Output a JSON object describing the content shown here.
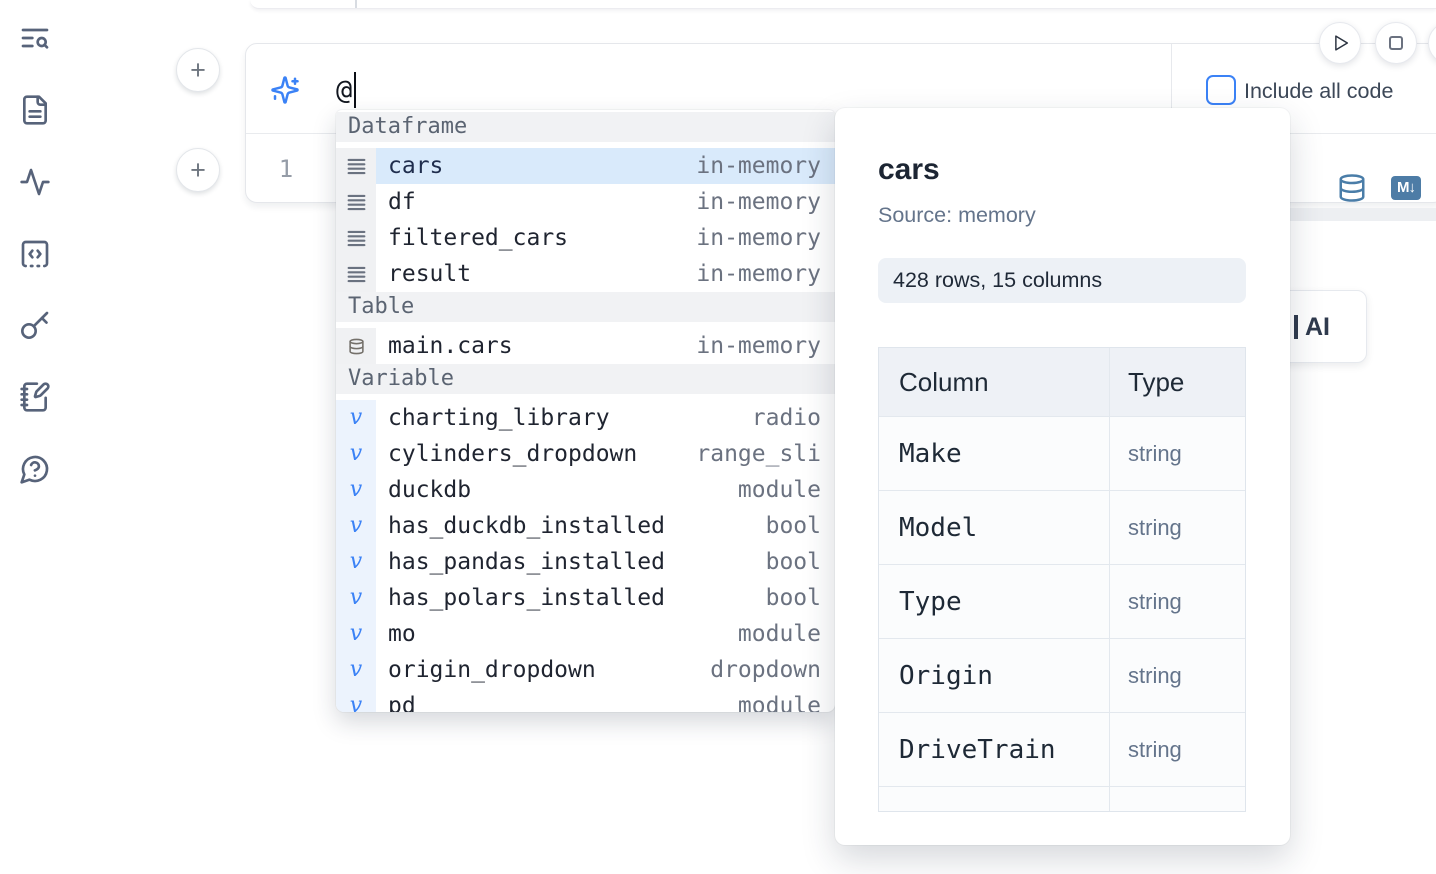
{
  "icons": {
    "sidebar": [
      "text-search",
      "file-text",
      "activity",
      "code-snippet-dashed",
      "key",
      "notebook-pen",
      "help-chat"
    ],
    "prompt": "sparkles",
    "run": "play-outline",
    "stop": "square-outline",
    "cell_toolbar": [
      "database",
      "markdown"
    ],
    "dataframe_item": "rows",
    "table_item": "database",
    "variable_item": "italic-v"
  },
  "colors": {
    "accent_blue": "#3b82f6",
    "selection_highlight": "#d9eafb",
    "steel_icon_blue": "#4d7ca6",
    "sidebar_icon": "#57637a",
    "muted_text": "#6b7280"
  },
  "add_cell": {
    "label": "+"
  },
  "cell": {
    "prompt_value": "@",
    "include_all_code": {
      "label": "Include all code",
      "checked": false
    },
    "line_number": "1",
    "markdown_badge": "M↓"
  },
  "autocomplete": {
    "sections": [
      {
        "label": "Dataframe",
        "kind": "dataframe",
        "items": [
          {
            "name": "cars",
            "detail": "in-memory",
            "selected": true
          },
          {
            "name": "df",
            "detail": "in-memory"
          },
          {
            "name": "filtered_cars",
            "detail": "in-memory"
          },
          {
            "name": "result",
            "detail": "in-memory"
          }
        ]
      },
      {
        "label": "Table",
        "kind": "table",
        "items": [
          {
            "name": "main.cars",
            "detail": "in-memory"
          }
        ]
      },
      {
        "label": "Variable",
        "kind": "variable",
        "items": [
          {
            "name": "charting_library",
            "detail": "radio"
          },
          {
            "name": "cylinders_dropdown",
            "detail": "range_sli"
          },
          {
            "name": "duckdb",
            "detail": "module"
          },
          {
            "name": "has_duckdb_installed",
            "detail": "bool"
          },
          {
            "name": "has_pandas_installed",
            "detail": "bool"
          },
          {
            "name": "has_polars_installed",
            "detail": "bool"
          },
          {
            "name": "mo",
            "detail": "module"
          },
          {
            "name": "origin_dropdown",
            "detail": "dropdown"
          },
          {
            "name": "pd",
            "detail": "module",
            "clipped": true
          }
        ]
      }
    ]
  },
  "preview": {
    "title": "cars",
    "source": "Source: memory",
    "shape_badge": "428 rows, 15 columns",
    "table": {
      "headers": [
        "Column",
        "Type"
      ],
      "rows": [
        [
          "Make",
          "string"
        ],
        [
          "Model",
          "string"
        ],
        [
          "Type",
          "string"
        ],
        [
          "Origin",
          "string"
        ],
        [
          "DriveTrain",
          "string"
        ]
      ],
      "has_partial_row": true
    }
  },
  "ai_card": {
    "label": "AI"
  }
}
